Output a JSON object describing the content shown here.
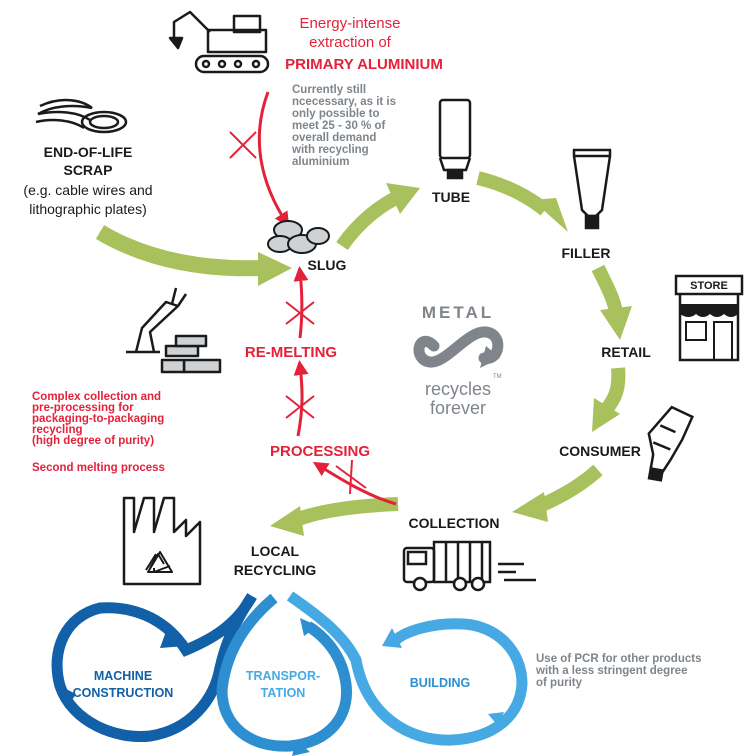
{
  "colors": {
    "red": "#e3223a",
    "green": "#a9c15c",
    "gray": "#7f858a",
    "dark": "#1a1a1a",
    "blue_dark": "#1160a8",
    "blue_mid": "#2e8fd0",
    "blue_light": "#46a9e3",
    "teal_text": "#7f858a"
  },
  "primary": {
    "line1": "Energy-intense",
    "line2": "extraction of",
    "line3": "PRIMARY ALUMINIUM"
  },
  "primary_note": [
    "Currently still",
    "ncecessary, as it is",
    "only possible to",
    "meet 25 - 30 % of",
    "overall demand",
    "with recycling",
    "aluminium"
  ],
  "scrap": {
    "title1": "END-OF-LIFE",
    "title2": "SCRAP",
    "sub1": "(e.g. cable wires and",
    "sub2": "lithographic plates)"
  },
  "nodes": {
    "slug": "SLUG",
    "tube": "TUBE",
    "filler": "FILLER",
    "retail": "RETAIL",
    "consumer": "CONSUMER",
    "collection": "COLLECTION",
    "local1": "LOCAL",
    "local2": "RECYCLING",
    "remelting": "RE-MELTING",
    "processing": "PROCESSING",
    "store_sign": "STORE"
  },
  "remelt_note": {
    "lines": [
      "Complex collection and",
      "pre-processing for",
      "packaging-to-packaging",
      "recycling",
      "(high degree of purity)"
    ],
    "second": "Second melting process"
  },
  "logo": {
    "top": "METAL",
    "line1": "recycles",
    "line2": "forever",
    "tm": "TM"
  },
  "uses": {
    "machine1": "MACHINE",
    "machine2": "CONSTRUCTION",
    "transport1": "TRANSPOR-",
    "transport2": "TATION",
    "building": "BUILDING"
  },
  "pcr_note": [
    "Use of PCR for other products",
    "with a less stringent degree",
    "of purity"
  ],
  "icons": [
    "excavator-icon",
    "scrap-coil-icon",
    "slug-discs-icon",
    "tube-icon",
    "filled-tube-icon",
    "store-icon",
    "squeezed-tube-icon",
    "garbage-truck-icon",
    "factory-recycling-icon",
    "robot-arm-ingots-icon",
    "metal-recycles-forever-logo",
    "cross-mark-icon"
  ]
}
